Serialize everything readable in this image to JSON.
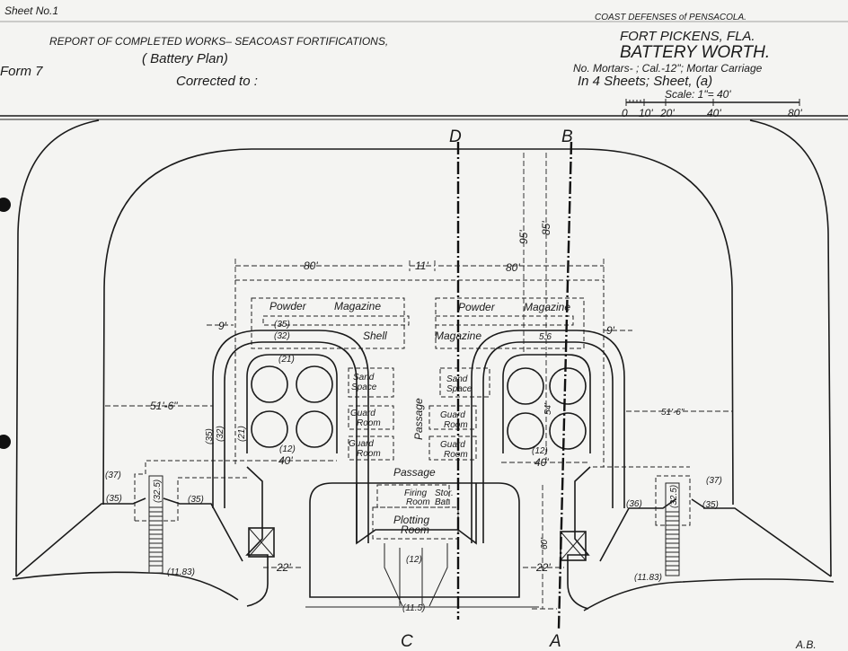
{
  "header": {
    "sheet_no": "Sheet No.1",
    "report_title": "REPORT OF COMPLETED WORKS– SEACOAST FORTIFICATIONS,",
    "subtitle": "( Battery Plan)",
    "form": "Form 7",
    "corrected_to": "Corrected to :",
    "coast_defenses": "COAST DEFENSES of PENSACOLA.",
    "fort": "FORT PICKENS, FLA.",
    "battery": "BATTERY  WORTH.",
    "mortars": "No. Mortars- ; Cal.-12\"; Mortar Carriage",
    "sheets": "In 4 Sheets;      Sheet, (a)",
    "scale": "Scale: 1\"= 40'",
    "scale_ticks": [
      "0",
      "10'",
      "20'",
      "40'",
      "80'"
    ]
  },
  "section_lines": {
    "d": "D",
    "b": "B",
    "c": "C",
    "a": "A"
  },
  "rooms": {
    "powder_left": "Powder",
    "magazine_left": "Magazine",
    "powder_right": "Powder",
    "magazine_right": "Magazine",
    "shell": "Shell",
    "shell_magazine": "Magazine",
    "sand": "Sand",
    "space": "Space",
    "guard": "Guard",
    "room": "Room",
    "passage": "Passage",
    "firing": "Firing",
    "firing_room": "Room",
    "stor": "Stor.",
    "bat": "Bat.",
    "plotting": "Plotting",
    "plotting_room": "Room"
  },
  "dimensions": {
    "d80a": "80'",
    "d11": "11'",
    "d80b": "80'",
    "d9": "9'",
    "d51": "51'-6\"",
    "d40": "40'",
    "d22": "22'",
    "d95": "95'",
    "d85": "85'",
    "d54": "54'",
    "d60": "60'",
    "d56": "5.6"
  },
  "elevations": {
    "e35": "(35)",
    "e32": "(32)",
    "e21": "(21)",
    "e12": "(12)",
    "e37": "(37)",
    "e36": "(36)",
    "e325": "(32.5)",
    "e1183": "(11.83)",
    "e115": "(11.5)"
  },
  "initials": "A.B."
}
